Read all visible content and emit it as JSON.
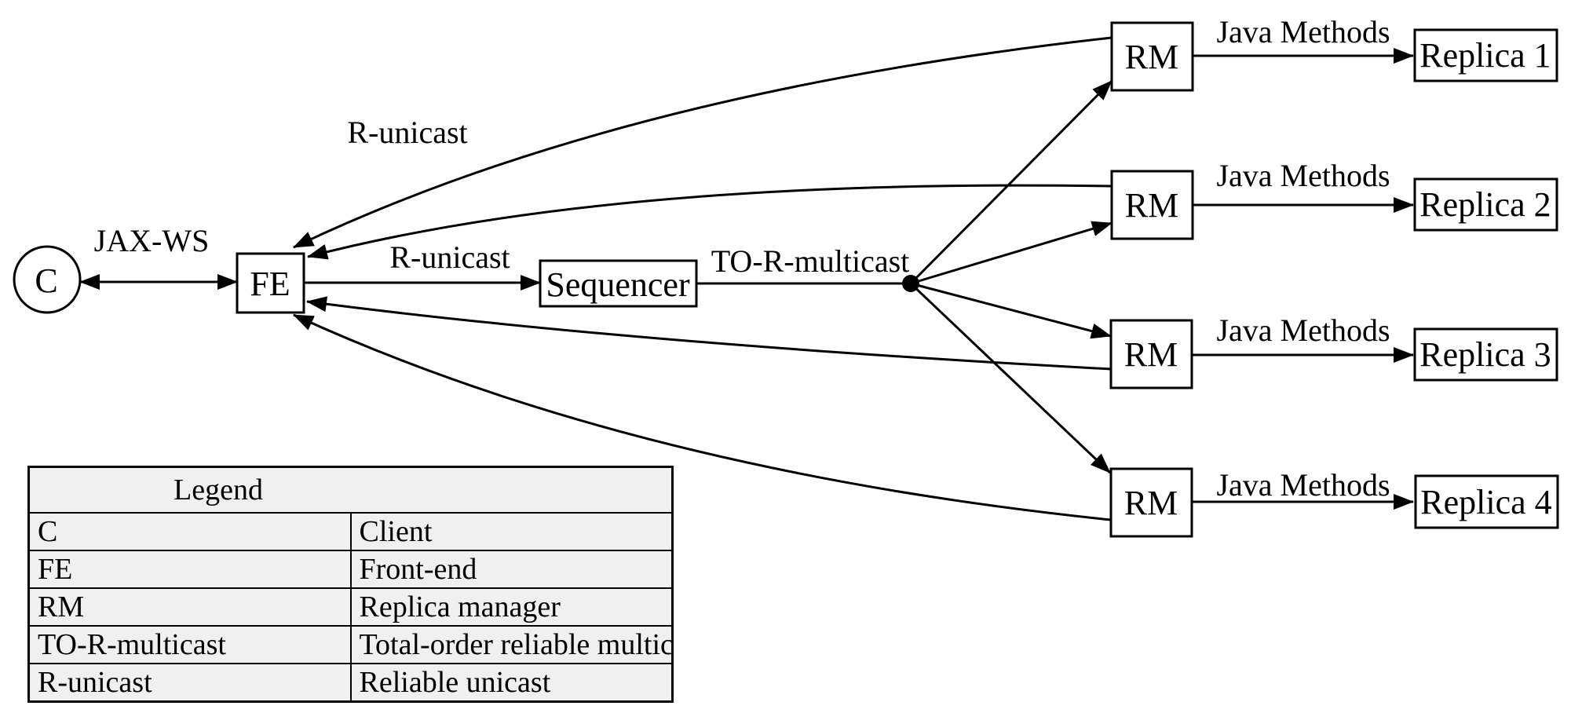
{
  "nodes": {
    "client": "C",
    "front_end": "FE",
    "sequencer": "Sequencer",
    "replica_manager": "RM",
    "replicas": [
      "Replica 1",
      "Replica 2",
      "Replica 3",
      "Replica 4"
    ]
  },
  "edge_labels": {
    "client_fe": "JAX-WS",
    "fe_sequencer": "R-unicast",
    "rm_fe_return": "R-unicast",
    "sequencer_multicast": "TO-R-multicast",
    "rm_replica": "Java Methods"
  },
  "legend": {
    "title": "Legend",
    "rows": [
      {
        "key": "C",
        "value": "Client"
      },
      {
        "key": "FE",
        "value": "Front-end"
      },
      {
        "key": "RM",
        "value": "Replica manager"
      },
      {
        "key": "TO-R-multicast",
        "value": "Total-order reliable multicast"
      },
      {
        "key": "R-unicast",
        "value": "Reliable unicast"
      }
    ]
  },
  "colors": {
    "line": "#000000",
    "node_fill": "#ffffff",
    "legend_fill": "#f0f0f0",
    "background": "#ffffff"
  }
}
